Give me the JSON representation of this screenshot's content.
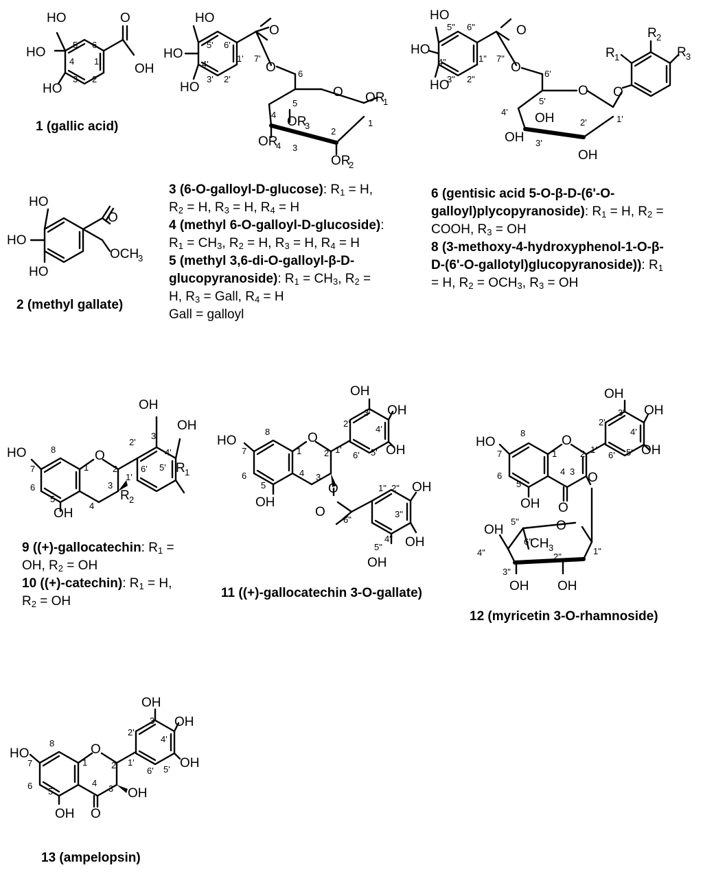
{
  "compounds": [
    {
      "id": "1",
      "name": "gallic acid"
    },
    {
      "id": "2",
      "name": "methyl gallate"
    },
    {
      "id": "3",
      "name": "6-O-galloyl-D-glucose",
      "r": "R1 = H, R2 = H, R3 = H, R4 = H"
    },
    {
      "id": "4",
      "name": "methyl 6-O-galloyl-D-glucoside",
      "r": "R1 = CH3, R2 = H, R3 = H, R4 = H"
    },
    {
      "id": "5",
      "name": "methyl 3,6-di-O-galloyl-β-D-glucopyranoside",
      "r": "R1 = CH3, R2 = H, R3 = Gall, R4 = H"
    },
    {
      "id": "6",
      "name": "gentisic acid 5-O-β-D-(6'-O-galloyl)plycopyranoside",
      "r": "R1 = H, R2 = COOH, R3 = OH"
    },
    {
      "id": "8",
      "name": "3-methoxy-4-hydroxyphenol-1-O-β-D-(6'-O-gallotyl)glucopyranoside)",
      "r": "R1 = H, R2 = OCH3, R3 = OH"
    },
    {
      "id": "9",
      "name": "(+)-gallocatechin",
      "r": "R1 = OH, R2 = OH"
    },
    {
      "id": "10",
      "name": "(+)-catechin",
      "r": "R1 = H, R2 = OH"
    },
    {
      "id": "11",
      "name": "(+)-gallocatechin 3-O-gallate"
    },
    {
      "id": "12",
      "name": "myricetin 3-O-rhamnoside"
    },
    {
      "id": "13",
      "name": "ampelopsin"
    }
  ],
  "captions": {
    "c1": {
      "num": "1",
      "title": "(gallic acid)"
    },
    "c2": {
      "num": "2",
      "title": "(methyl gallate)"
    },
    "c11": {
      "num": "11",
      "title": "((+)-gallocatechin 3-O-gallate)"
    },
    "c12": {
      "num": "12",
      "title": "(myricetin 3-O-rhamnoside)"
    },
    "c13": {
      "num": "13",
      "title": "(ampelopsin)"
    },
    "gall_note": "Gall = galloyl"
  },
  "labels": {
    "OH": "OH",
    "HO": "HO",
    "O": "O",
    "OCH3": "OCH",
    "R": "R",
    "OR": "OR",
    "CH3": "CH"
  }
}
